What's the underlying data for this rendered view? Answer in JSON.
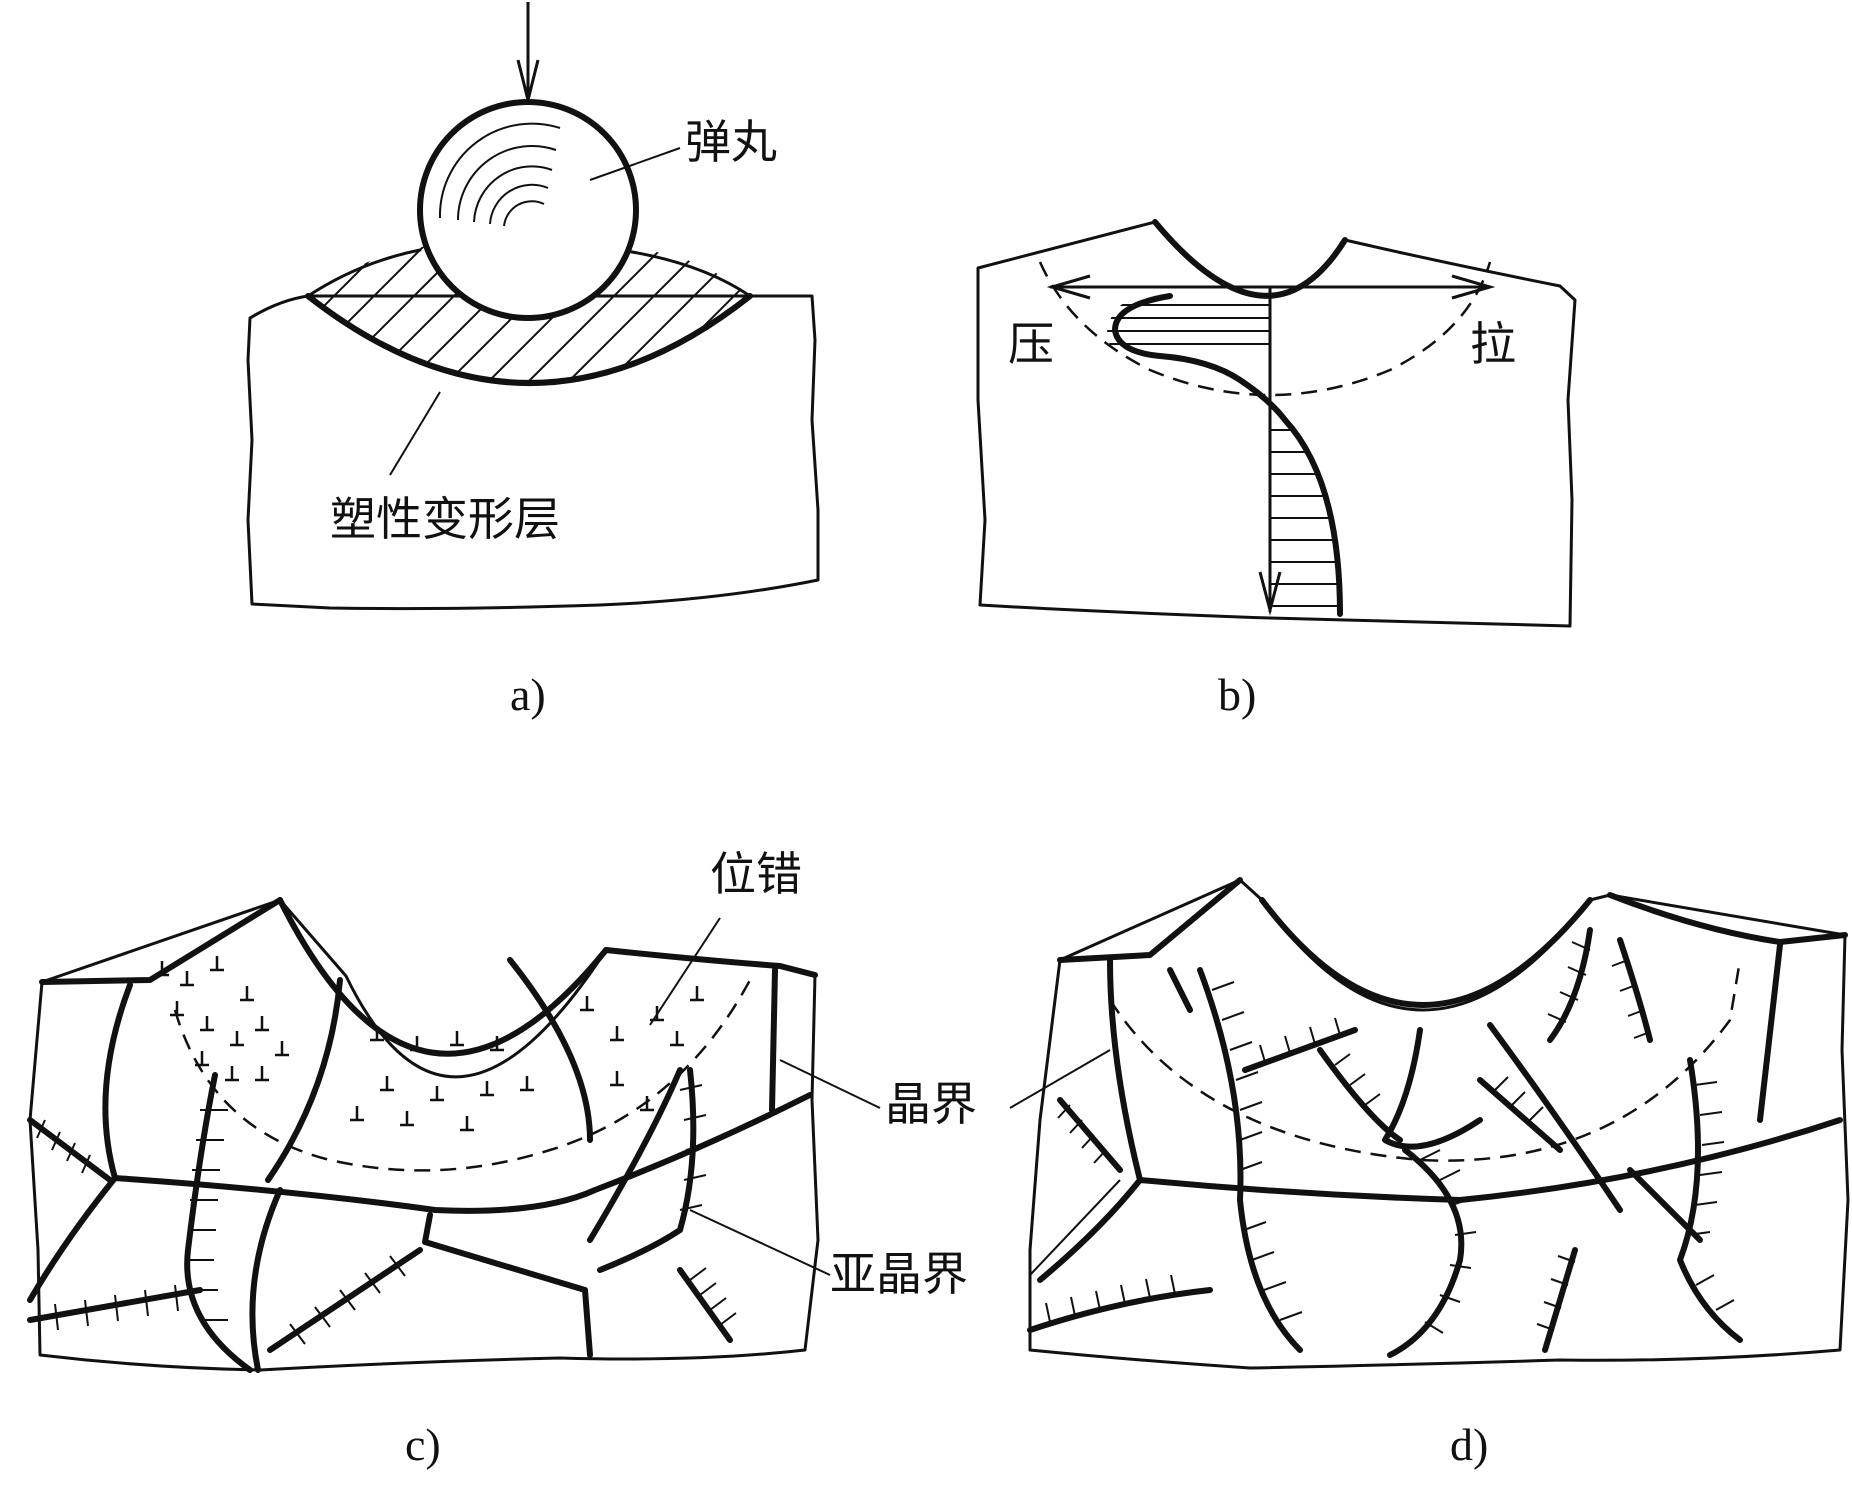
{
  "panel_a": {
    "caption": "a)",
    "label_shot": "弹丸",
    "label_layer": "塑性变形层"
  },
  "panel_b": {
    "caption": "b)",
    "label_compress": "压",
    "label_tension": "拉"
  },
  "panel_c": {
    "caption": "c)",
    "label_dislocation": "位错"
  },
  "panel_d": {
    "caption": "d)"
  },
  "shared_labels": {
    "grain_boundary": "晶界",
    "subgrain_boundary": "亚晶界"
  }
}
